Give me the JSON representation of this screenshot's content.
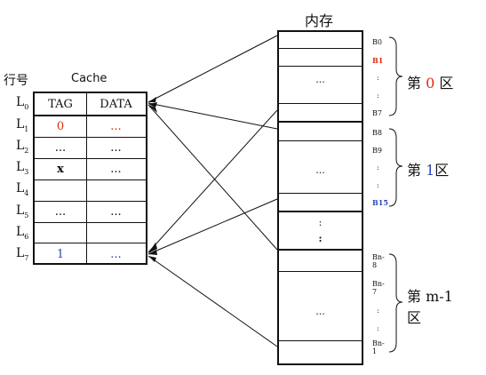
{
  "memory_title": "内存",
  "cache": {
    "row_header": "行号",
    "title": "Cache",
    "col_tag": "TAG",
    "col_data": "DATA",
    "rows": [
      {
        "line": "L0",
        "line_base": "L",
        "line_sub": "0",
        "tag": "",
        "data": ""
      },
      {
        "line": "L1",
        "line_base": "L",
        "line_sub": "1",
        "tag": "0",
        "data": "...",
        "tag_color": "red",
        "data_color": "red"
      },
      {
        "line": "L2",
        "line_base": "L",
        "line_sub": "2",
        "tag": "...",
        "data": "..."
      },
      {
        "line": "L3",
        "line_base": "L",
        "line_sub": "3",
        "tag": "x",
        "data": "..."
      },
      {
        "line": "L4",
        "line_base": "L",
        "line_sub": "4",
        "tag": "",
        "data": ""
      },
      {
        "line": "L5",
        "line_base": "L",
        "line_sub": "5",
        "tag": "...",
        "data": "..."
      },
      {
        "line": "L6",
        "line_base": "L",
        "line_sub": "6",
        "tag": "",
        "data": ""
      },
      {
        "line": "L7",
        "line_base": "L",
        "line_sub": "7",
        "tag": "1",
        "data": "...",
        "tag_color": "blue",
        "data_color": "blue"
      }
    ]
  },
  "memory": {
    "dots": [
      "...",
      "...",
      ":",
      ":",
      "..."
    ],
    "blocks": {
      "b0": "B0",
      "b1": "B1",
      "b1_color": "red",
      "b7": "B7",
      "b8": "B8",
      "b9": "B9",
      "b15": "B15",
      "b15_color": "blue",
      "bn8a": "Bn-",
      "bn8b": "8",
      "bn7a": "Bn-",
      "bn7b": "7",
      "bn1a": "Bn-",
      "bn1b": "1",
      "colon": ":"
    }
  },
  "regions": [
    {
      "prefix": "第",
      "num": "0",
      "suffix": "区",
      "num_color": "red"
    },
    {
      "prefix": "第",
      "num": "1",
      "suffix": "区",
      "num_color": "blue"
    },
    {
      "line1": "第 m-1",
      "line2": "区"
    }
  ],
  "colors": {
    "red": "#e02a10",
    "blue": "#2f49b5",
    "line": "#111111"
  }
}
